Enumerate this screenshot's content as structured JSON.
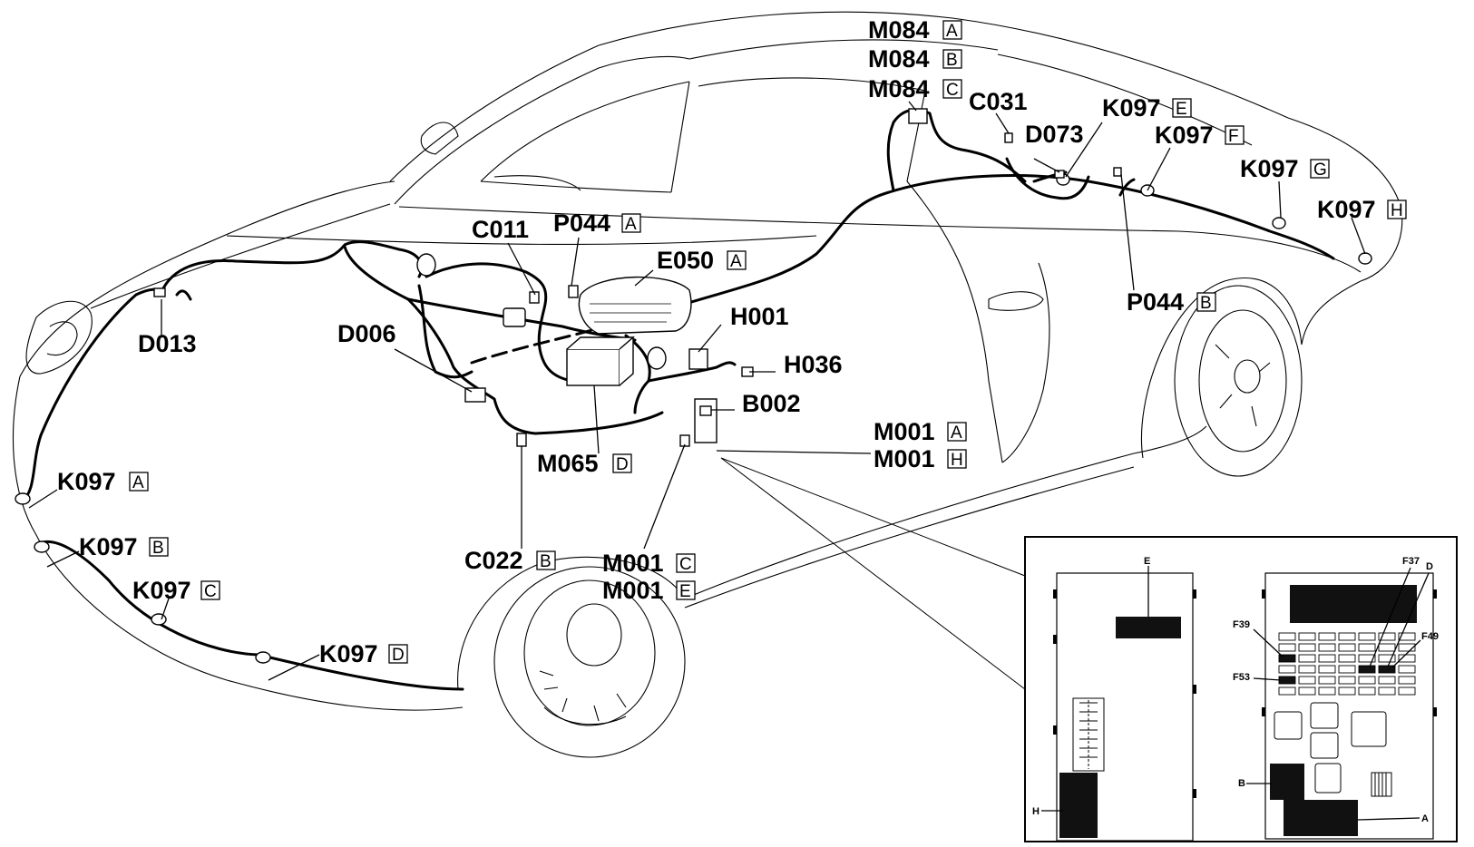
{
  "components": [
    {
      "id": "k097a",
      "code": "K097",
      "suffix": "A"
    },
    {
      "id": "k097b",
      "code": "K097",
      "suffix": "B"
    },
    {
      "id": "k097c",
      "code": "K097",
      "suffix": "C"
    },
    {
      "id": "k097d",
      "code": "K097",
      "suffix": "D"
    },
    {
      "id": "k097e",
      "code": "K097",
      "suffix": "E"
    },
    {
      "id": "k097f",
      "code": "K097",
      "suffix": "F"
    },
    {
      "id": "k097g",
      "code": "K097",
      "suffix": "G"
    },
    {
      "id": "k097h",
      "code": "K097",
      "suffix": "H"
    },
    {
      "id": "m084a",
      "code": "M084",
      "suffix": "A"
    },
    {
      "id": "m084b",
      "code": "M084",
      "suffix": "B"
    },
    {
      "id": "m084c",
      "code": "M084",
      "suffix": "C"
    },
    {
      "id": "c031",
      "code": "C031",
      "suffix": ""
    },
    {
      "id": "d073",
      "code": "D073",
      "suffix": ""
    },
    {
      "id": "c011",
      "code": "C011",
      "suffix": ""
    },
    {
      "id": "p044a",
      "code": "P044",
      "suffix": "A"
    },
    {
      "id": "p044b",
      "code": "P044",
      "suffix": "B"
    },
    {
      "id": "e050a",
      "code": "E050",
      "suffix": "A"
    },
    {
      "id": "h001",
      "code": "H001",
      "suffix": ""
    },
    {
      "id": "h036",
      "code": "H036",
      "suffix": ""
    },
    {
      "id": "b002",
      "code": "B002",
      "suffix": ""
    },
    {
      "id": "d006",
      "code": "D006",
      "suffix": ""
    },
    {
      "id": "d013",
      "code": "D013",
      "suffix": ""
    },
    {
      "id": "m001a",
      "code": "M001",
      "suffix": "A"
    },
    {
      "id": "m001h",
      "code": "M001",
      "suffix": "H"
    },
    {
      "id": "m001c",
      "code": "M001",
      "suffix": "C"
    },
    {
      "id": "m001e",
      "code": "M001",
      "suffix": "E"
    },
    {
      "id": "m065d",
      "code": "M065",
      "suffix": "D"
    },
    {
      "id": "c022b",
      "code": "C022",
      "suffix": "B"
    }
  ],
  "inset": {
    "left_panel": {
      "label_e": "E",
      "label_h": "H"
    },
    "right_panel": {
      "label_f37": "F37",
      "label_d": "D",
      "label_f39": "F39",
      "label_f49": "F49",
      "label_f53": "F53",
      "label_b": "B",
      "label_a": "A"
    }
  }
}
